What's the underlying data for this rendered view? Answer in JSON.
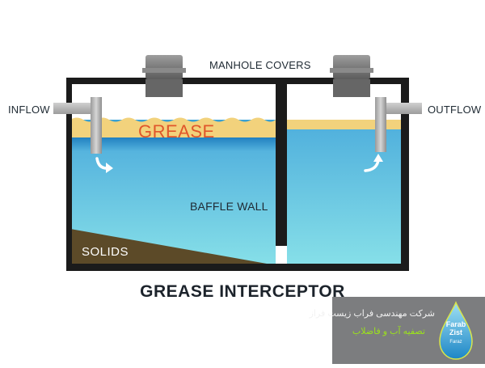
{
  "diagram": {
    "title": "GREASE INTERCEPTOR",
    "labels": {
      "manhole": "MANHOLE COVERS",
      "inflow": "INFLOW",
      "outflow": "OUTFLOW",
      "grease": "GREASE",
      "baffle": "BAFFLE WALL",
      "solids": "SOLIDS"
    },
    "colors": {
      "tank_wall": "#1b1b1b",
      "water_top": "#5ab6dc",
      "water_bottom": "#83dce8",
      "grease_layer": "#f2d27c",
      "solids": "#5c4a28",
      "pipe": "#b5b5b5",
      "arrow": "#ffffff"
    }
  },
  "watermark": {
    "company_name_fa": "شرکت مهندسی فراب زیست فراز",
    "service_fa": "تصفیه آب و فاضلاب",
    "logo_line1": "Farab",
    "logo_line2": "Zist",
    "logo_line3": "Faraz"
  }
}
